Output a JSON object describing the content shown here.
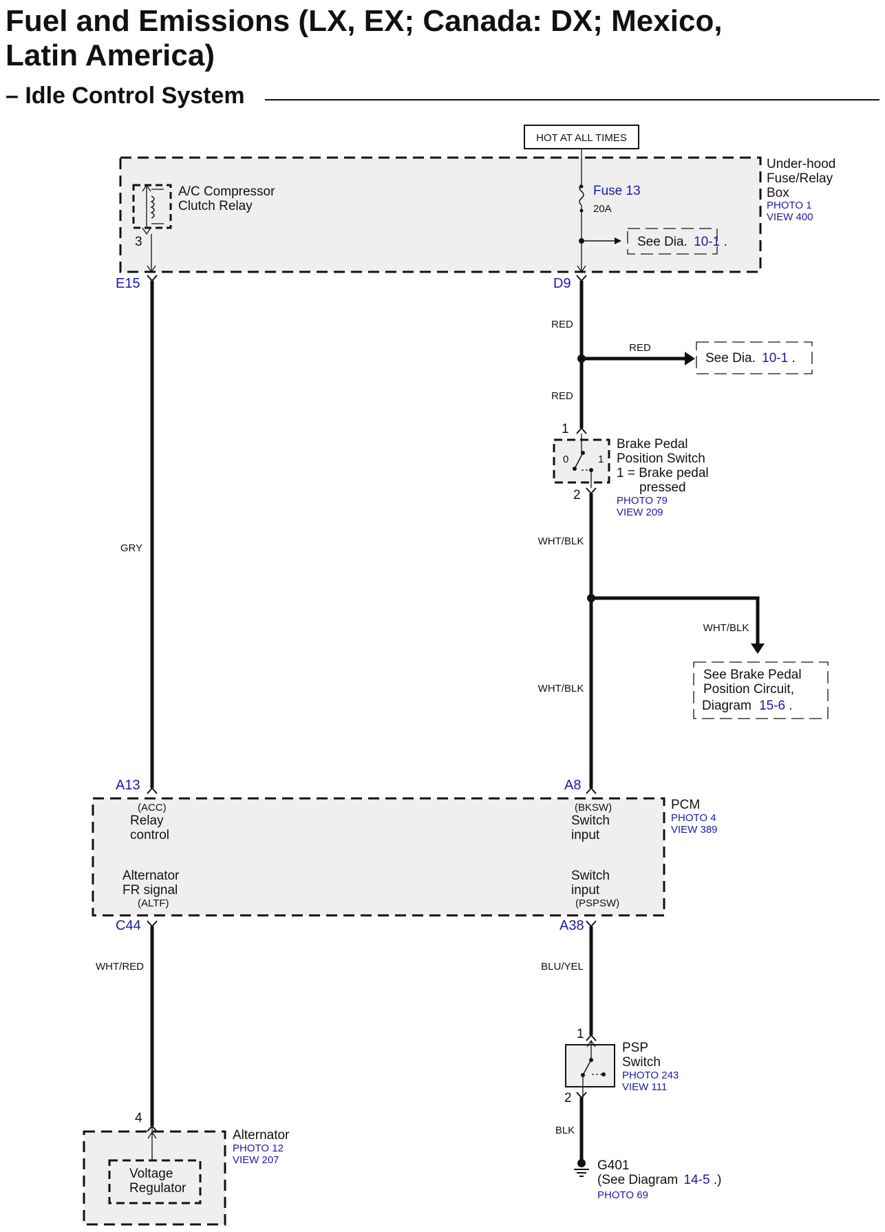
{
  "title_line1": "Fuel and Emissions (LX, EX; Canada: DX; Mexico,",
  "title_line2": "Latin America)",
  "subtitle": "– Idle Control System",
  "hot_label": "HOT AT ALL TIMES",
  "fuse_box": {
    "name_1": "Under-hood",
    "name_2": "Fuse/Relay",
    "name_3": "Box",
    "photo": "PHOTO 1",
    "view": "VIEW 400",
    "relay_1": "A/C Compressor",
    "relay_2": "Clutch Relay",
    "relay_pin": "3",
    "fuse_name": "Fuse 13",
    "fuse_rating": "20A",
    "see_text": "See Dia.",
    "see_ref": "10-1",
    "see_end": "."
  },
  "connectors": {
    "e15": "E15",
    "d9": "D9",
    "a13": "A13",
    "a8": "A8",
    "c44": "C44",
    "a38": "A38"
  },
  "wires": {
    "red_1": "RED",
    "red_branch": "RED",
    "red_2": "RED",
    "gry": "GRY",
    "wht_blk_1": "WHT/BLK",
    "wht_blk_branch": "WHT/BLK",
    "wht_blk_2": "WHT/BLK",
    "wht_red": "WHT/RED",
    "blu_yel": "BLU/YEL",
    "blk": "BLK"
  },
  "see_dia_2": {
    "text": "See Dia.",
    "ref": "10-1",
    "end": "."
  },
  "brake_switch": {
    "pin_top": "1",
    "pin_bottom": "2",
    "pos0": "0",
    "pos1": "1",
    "name_1": "Brake Pedal",
    "name_2": "Position Switch",
    "note_1": "1 = Brake pedal",
    "note_2": "pressed",
    "photo": "PHOTO 79",
    "view": "VIEW 209"
  },
  "brake_circuit_ref": {
    "line_1": "See Brake Pedal",
    "line_2": "Position Circuit,",
    "line_3": "Diagram",
    "ref": "15-6",
    "end": "."
  },
  "pcm": {
    "name": "PCM",
    "photo": "PHOTO 4",
    "view": "VIEW 389",
    "acc": "(ACC)",
    "relay_control_1": "Relay",
    "relay_control_2": "control",
    "bksw": "(BKSW)",
    "switch_input_1": "Switch",
    "switch_input_2": "input",
    "alt_1": "Alternator",
    "alt_2": "FR signal",
    "altf": "(ALTF)",
    "sw2_1": "Switch",
    "sw2_2": "input",
    "pspsw": "(PSPSW)"
  },
  "psp_switch": {
    "pin_top": "1",
    "pin_bottom": "2",
    "name_1": "PSP",
    "name_2": "Switch",
    "photo": "PHOTO 243",
    "view": "VIEW 111"
  },
  "ground": {
    "name": "G401",
    "see": "(See Diagram",
    "ref": "14-5",
    "end": ".)",
    "photo": "PHOTO 69"
  },
  "alternator": {
    "pin": "4",
    "name": "Alternator",
    "photo": "PHOTO 12",
    "view": "VIEW 207",
    "reg_1": "Voltage",
    "reg_2": "Regulator"
  }
}
